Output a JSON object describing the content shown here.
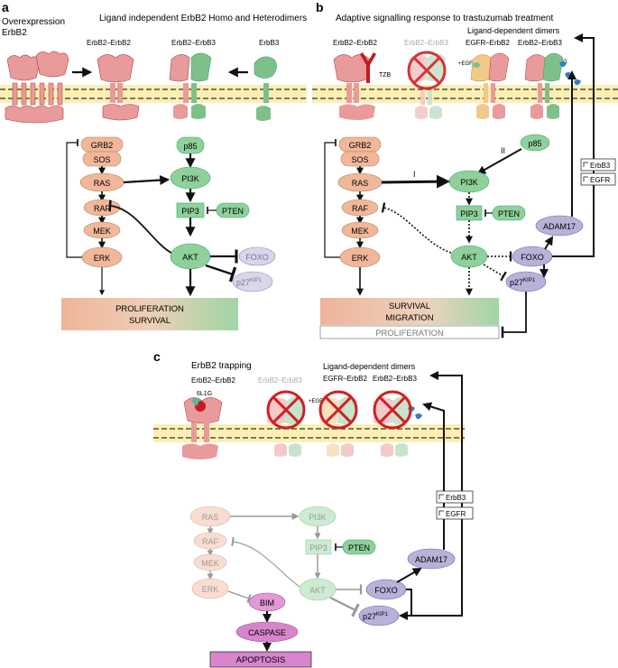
{
  "colors": {
    "erbb2": "#e99a9a",
    "erbb2_light": "#f3c9c9",
    "erbb3": "#7fc08a",
    "erbb3_light": "#c6e4cb",
    "egfr": "#f2c98b",
    "hrg": "#2f7fc4",
    "ras": "#f2b79b",
    "ras_light": "#f8ddd0",
    "pi3k": "#8fd09b",
    "pi3k_light": "#cdebd2",
    "foxo": "#b7b2d8",
    "foxo_dark": "#8e86c3",
    "bim": "#e29ad6",
    "apoptosis": "#d685cc",
    "membrane": "#fbefb4",
    "red_ring": "#d21e25",
    "tzb": "#c41b22"
  },
  "panel_a": {
    "letter": "a",
    "title1": "Overexpression",
    "title2": "ErbB2",
    "heading": "Ligand independent ErbB2 Homo and Heterodimers",
    "label_homo": "ErbB2–ErbB2",
    "label_hetero": "ErbB2–ErbB3",
    "label_erbb3": "ErbB3",
    "nodes": {
      "grb2": "GRB2",
      "sos": "SOS",
      "ras": "RAS",
      "raf": "RAF",
      "mek": "MEK",
      "erk": "ERK",
      "p85": "p85",
      "pi3k": "PI3K",
      "pip3": "PIP3",
      "pten": "PTEN",
      "akt": "AKT",
      "foxo": "FOXO",
      "p27": "p27",
      "p27_sup": "KIP1"
    },
    "outcome1": "PROLIFERATION",
    "outcome2": "SURVIVAL"
  },
  "panel_b": {
    "letter": "b",
    "heading": "Adaptive signalling response to trastuzumab treatment",
    "label_homo": "ErbB2–ErbB2",
    "label_hetero": "ErbB2–ErbB3",
    "ligand_heading": "Ligand-dependent dimers",
    "label_egfr": "EGFR–ErbB2",
    "label_erbb3": "ErbB2–ErbB3",
    "tzb": "TZB",
    "egf": "+EGF",
    "hrg": "+HRG",
    "roman1": "I",
    "roman2": "II",
    "nodes": {
      "grb2": "GRB2",
      "sos": "SOS",
      "ras": "RAS",
      "raf": "RAF",
      "mek": "MEK",
      "erk": "ERK",
      "p85": "p85",
      "pi3k": "PI3K",
      "pip3": "PIP3",
      "pten": "PTEN",
      "akt": "AKT",
      "foxo": "FOXO",
      "p27": "p27",
      "p27_sup": "KIP1",
      "adam17": "ADAM17"
    },
    "gene1": "ErbB3",
    "gene2": "EGFR",
    "outcome1": "SURVIVAL",
    "outcome2": "MIGRATION",
    "outcome3": "PROLIFERATION"
  },
  "panel_c": {
    "letter": "c",
    "heading": "ErbB2 trapping",
    "label_homo": "ErbB2–ErbB2",
    "label_hetero": "ErbB2–ErbB3",
    "ligand_heading": "Ligand-dependent dimers",
    "label_egfr": "EGFR–ErbB2",
    "label_erbb3": "ErbB2–ErbB3",
    "antibody": "6L1G",
    "egf": "+EGF",
    "nodes": {
      "ras": "RAS",
      "raf": "RAF",
      "mek": "MEK",
      "erk": "ERK",
      "pi3k": "PI3K",
      "pip3": "PIP3",
      "pten": "PTEN",
      "akt": "AKT",
      "foxo": "FOXO",
      "p27": "p27",
      "p27_sup": "KIP1",
      "adam17": "ADAM17",
      "bim": "BIM",
      "caspase": "CASPASE"
    },
    "gene1": "ErbB3",
    "gene2": "EGFR",
    "outcome": "APOPTOSIS"
  }
}
